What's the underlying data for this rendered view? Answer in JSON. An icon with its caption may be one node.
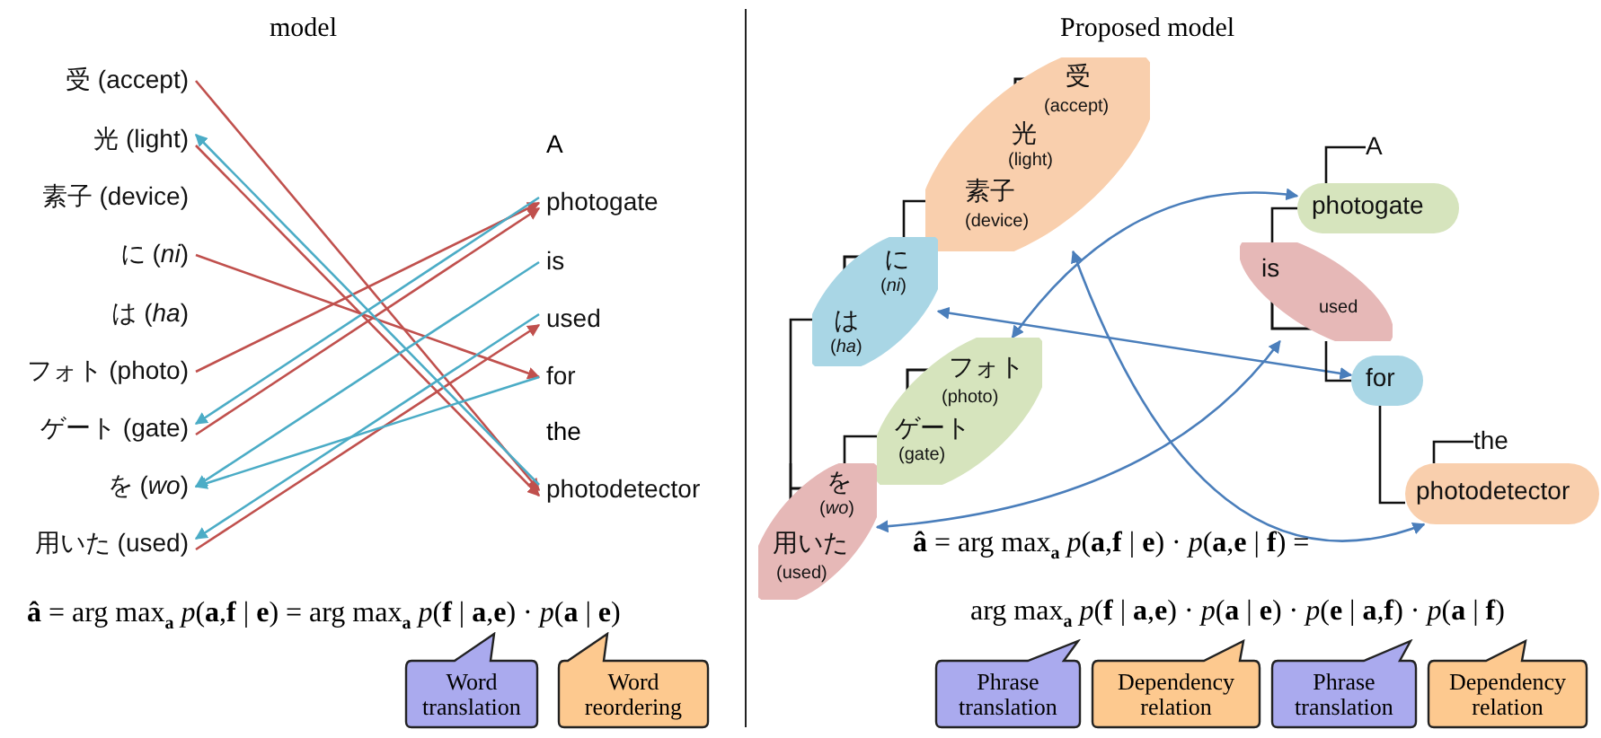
{
  "diagram": {
    "nodes": [
      {
        "text": [
          "受 (accept)"
        ]
      },
      {
        "text": [
          "光 (light)"
        ]
      },
      {
        "text": [
          "素子 (device)"
        ]
      },
      {
        "text": [
          "に (*ni*)"
        ]
      },
      {
        "text": [
          "は (*ha*)"
        ]
      },
      {
        "text": [
          "フォト (photo)"
        ]
      },
      {
        "text": [
          "ゲート (gate)"
        ]
      },
      {
        "text": [
          "を (*wo*)"
        ]
      },
      {
        "text": [
          "用いた (used)"
        ]
      },
      {
        "text": [
          "photogate"
        ]
      },
      {
        "text": [
          "is"
        ]
      },
      {
        "text": [
          "used"
        ]
      },
      {
        "text": [
          "for"
        ]
      },
      {
        "text": [
          "photodetector"
        ]
      },
      {
        "text": [
          "受",
          "(accept)",
          "光",
          "(light)",
          "素子",
          "(device)"
        ]
      },
      {
        "text": [
          "に",
          "(*ni*)",
          "は",
          "(*ha*)"
        ]
      },
      {
        "text": [
          "フォト",
          "(photo)",
          "ゲート",
          "(gate)"
        ]
      },
      {
        "text": [
          "を",
          "(*wo*)",
          "用いた",
          "(used)"
        ]
      },
      {
        "text": [
          "photogate"
        ]
      },
      {
        "text": [
          "is",
          "used"
        ]
      },
      {
        "text": [
          "for"
        ]
      },
      {
        "text": [
          "photodetector"
        ]
      },
      {
        "text": [
          "Word translation"
        ]
      },
      {
        "text": [
          "Word reordering"
        ]
      },
      {
        "text": [
          "Phrase translation"
        ]
      },
      {
        "text": [
          "Dependency relation"
        ]
      },
      {
        "text": [
          "Phrase translation"
        ]
      },
      {
        "text": [
          "Dependency relation"
        ]
      },
      {
        "text": [
          "A"
        ]
      },
      {
        "text": [
          "the"
        ]
      }
    ],
    "edges": [
      {
        "from": 0,
        "to": 13,
        "arrow": "to",
        "color": "#c0504d"
      },
      {
        "from": 1,
        "to": 13,
        "arrow": "to",
        "color": "#c0504d"
      },
      {
        "from": 3,
        "to": 12,
        "arrow": "to",
        "color": "#c0504d"
      },
      {
        "from": 5,
        "to": 9,
        "arrow": "to",
        "color": "#c0504d"
      },
      {
        "from": 6,
        "to": 9,
        "arrow": "to",
        "color": "#c0504d"
      },
      {
        "from": 8,
        "to": 11,
        "arrow": "to",
        "color": "#c0504d"
      },
      {
        "from": 13,
        "to": 1,
        "arrow": "to",
        "color": "#4bacc6"
      },
      {
        "from": 9,
        "to": 6,
        "arrow": "to",
        "color": "#4bacc6"
      },
      {
        "from": 10,
        "to": 7,
        "arrow": "to",
        "color": "#4bacc6"
      },
      {
        "from": 12,
        "to": 7,
        "arrow": "to",
        "color": "#4bacc6"
      },
      {
        "from": 11,
        "to": 8,
        "arrow": "to",
        "color": "#4bacc6"
      },
      {
        "from": 18,
        "to": 16,
        "arrow": "both",
        "color": "#4a7ebb"
      },
      {
        "from": 15,
        "to": 20,
        "arrow": "both",
        "color": "#4a7ebb"
      },
      {
        "from": 19,
        "to": 17,
        "arrow": "both",
        "color": "#4a7ebb"
      },
      {
        "from": 14,
        "to": 21,
        "arrow": "both",
        "color": "#4a7ebb"
      },
      {
        "from": 15,
        "to": 14,
        "arrow": "none",
        "color": "#111111"
      },
      {
        "from": 17,
        "to": 15,
        "arrow": "none",
        "color": "#111111"
      },
      {
        "from": 17,
        "to": 16,
        "arrow": "none",
        "color": "#111111"
      },
      {
        "from": 19,
        "to": 18,
        "arrow": "none",
        "color": "#111111"
      },
      {
        "from": 19,
        "to": 20,
        "arrow": "none",
        "color": "#111111"
      },
      {
        "from": 20,
        "to": 21,
        "arrow": "none",
        "color": "#111111"
      },
      {
        "from": 18,
        "to": 28,
        "arrow": "none",
        "color": "#111111"
      },
      {
        "from": 21,
        "to": 29,
        "arrow": "none",
        "color": "#111111"
      }
    ],
    "labels": [
      "model",
      "A",
      "the",
      "**â** = arg max$_{a}$ *p*(**a**,**f** | **e**) = arg max$_{a}$ *p*(**f** | **a**,**e**) · *p*(**a** | **e**)",
      "Proposed model",
      "**â** = arg max$_{a}$ *p*(**a**,**f** | **e**) · *p*(**a**,**e** | **f**) =",
      "arg max$_{a}$ *p*(**f** | **a**,**e**) · *p*(**a** | **e**) · *p*(**e** | **a**,**f**) · *p*(**a** | **f**)"
    ]
  }
}
